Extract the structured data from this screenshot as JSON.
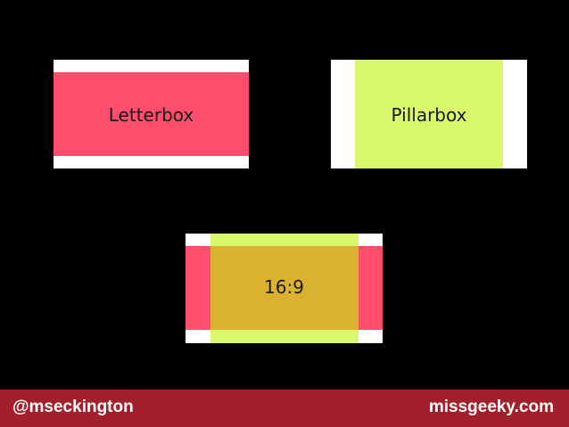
{
  "boxes": {
    "letterbox": {
      "label": "Letterbox"
    },
    "pillarbox": {
      "label": "Pillarbox"
    },
    "widescreen": {
      "label": "16:9"
    }
  },
  "footer": {
    "handle": "@mseckington",
    "site": "missgeeky.com"
  },
  "colors": {
    "background": "#000000",
    "pink": "#ff4d6d",
    "lime": "#d9f76d",
    "overlap": "#dbb230",
    "frame": "#ffffff",
    "footer": "#a31f2b"
  }
}
